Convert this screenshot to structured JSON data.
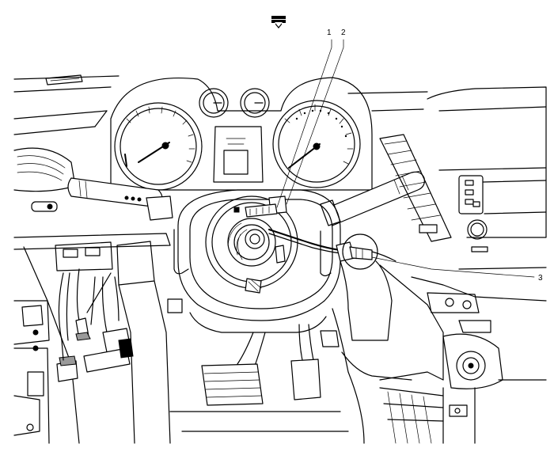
{
  "view_icon": "view-direction-arrow-icon",
  "callouts": [
    {
      "label": "1"
    },
    {
      "label": "2"
    },
    {
      "label": "3"
    }
  ]
}
